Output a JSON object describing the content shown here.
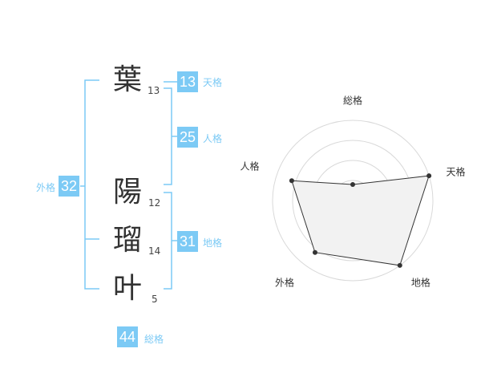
{
  "name_chars": [
    {
      "char": "葉",
      "strokes": "13"
    },
    {
      "char": "陽",
      "strokes": "12"
    },
    {
      "char": "瑠",
      "strokes": "14"
    },
    {
      "char": "叶",
      "strokes": "5"
    }
  ],
  "fortunes": {
    "tenkaku": {
      "label": "天格",
      "value": "13"
    },
    "jinkaku": {
      "label": "人格",
      "value": "25"
    },
    "chikaku": {
      "label": "地格",
      "value": "31"
    },
    "gaikaku": {
      "label": "外格",
      "value": "32"
    },
    "soukaku": {
      "label": "総格",
      "value": "44"
    }
  },
  "colors": {
    "accent": "#7ccaf5",
    "text": "#333333",
    "radar_fill": "#f2f2f2",
    "ring": "#d9d9d9"
  },
  "chart_data": {
    "type": "radar",
    "categories": [
      "総格",
      "天格",
      "地格",
      "外格",
      "人格"
    ],
    "values": [
      1,
      5,
      5,
      4,
      4
    ],
    "rmax": 5,
    "rings": 4,
    "grid": true
  }
}
